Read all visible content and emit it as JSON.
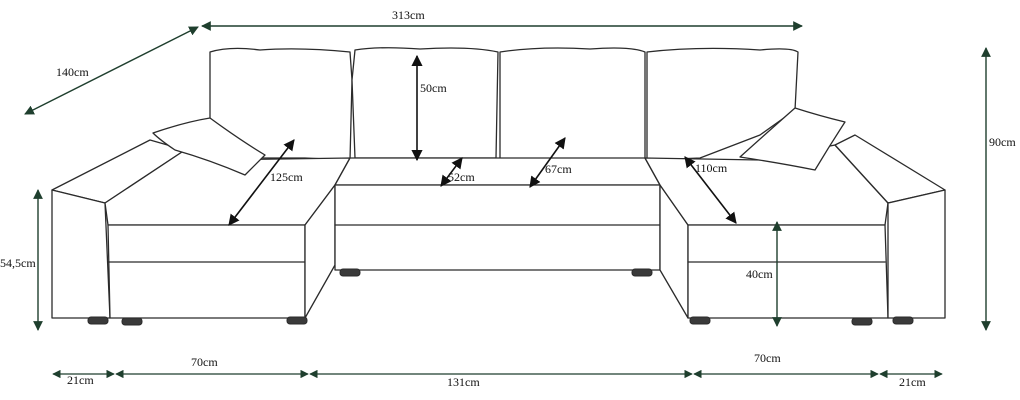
{
  "labels": {
    "overall_width": "313cm",
    "depth": "140cm",
    "total_height": "90cm",
    "arm_height": "54,5cm",
    "back_cushion_height": "50cm",
    "corner_seat_diagonal_left": "125cm",
    "seat_depth_center": "52cm",
    "seat_depth_center_diagonal": "67cm",
    "corner_seat_diagonal_right": "110cm",
    "seat_height": "40cm",
    "bottom_armrest_left": "21cm",
    "bottom_chaise_left": "70cm",
    "bottom_middle": "131cm",
    "bottom_chaise_right": "70cm",
    "bottom_armrest_right": "21cm"
  },
  "colors": {
    "outline": "#2b2b2b",
    "dimension_lines": "#1f3f2e",
    "inner_arrows": "#111111",
    "background": "#ffffff"
  }
}
